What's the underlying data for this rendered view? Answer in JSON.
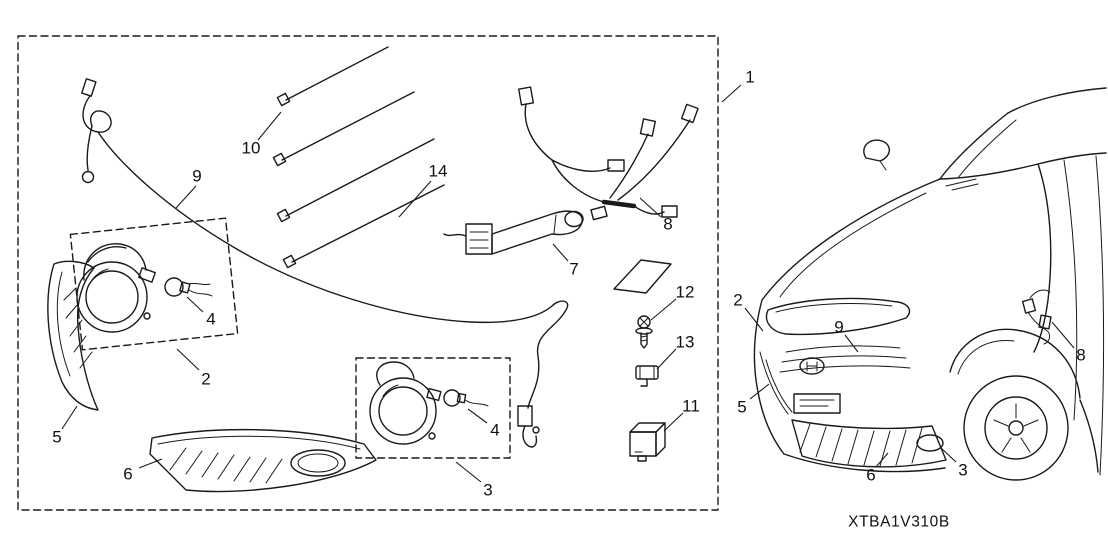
{
  "colors": {
    "background": "#ffffff",
    "line": "#1a1a1a"
  },
  "callouts": {
    "n1": "1",
    "n2": "2",
    "n3": "3",
    "n4": "4",
    "n5": "5",
    "n6": "6",
    "n7": "7",
    "n8": "8",
    "n9": "9",
    "n10": "10",
    "n11": "11",
    "n12": "12",
    "n13": "13",
    "n14": "14"
  },
  "footer": {
    "part_code": "XTBA1V310B"
  }
}
